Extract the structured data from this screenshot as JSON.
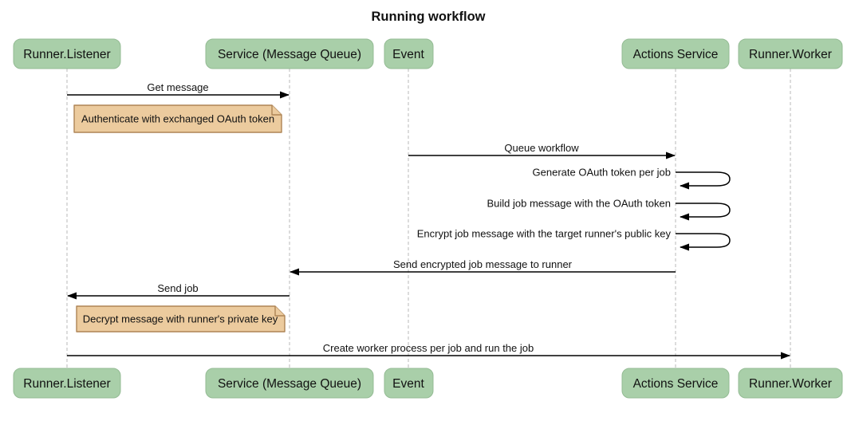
{
  "title": "Running workflow",
  "colors": {
    "background": "#ffffff",
    "actor_fill": "#a9cfa9",
    "actor_border": "#94bb94",
    "note_fill": "#eccb9e",
    "note_border": "#ae8455",
    "lifeline": "#b8b8b8",
    "arrow": "#000000",
    "text": "#111111"
  },
  "actors": [
    {
      "name": "Runner.Listener"
    },
    {
      "name": "Service (Message Queue)"
    },
    {
      "name": "Event"
    },
    {
      "name": "Actions Service"
    },
    {
      "name": "Runner.Worker"
    }
  ],
  "messages": {
    "get_message": "Get message",
    "queue_workflow": "Queue workflow",
    "generate_token": "Generate OAuth token per job",
    "build_job": "Build job message with the OAuth token",
    "encrypt_job": "Encrypt job message with the target runner's public key",
    "send_encrypted": "Send encrypted job message to runner",
    "send_job": "Send job",
    "create_worker": "Create worker process per job and run the job"
  },
  "notes": {
    "authenticate": "Authenticate with exchanged OAuth token",
    "decrypt": "Decrypt message with runner's private key"
  }
}
